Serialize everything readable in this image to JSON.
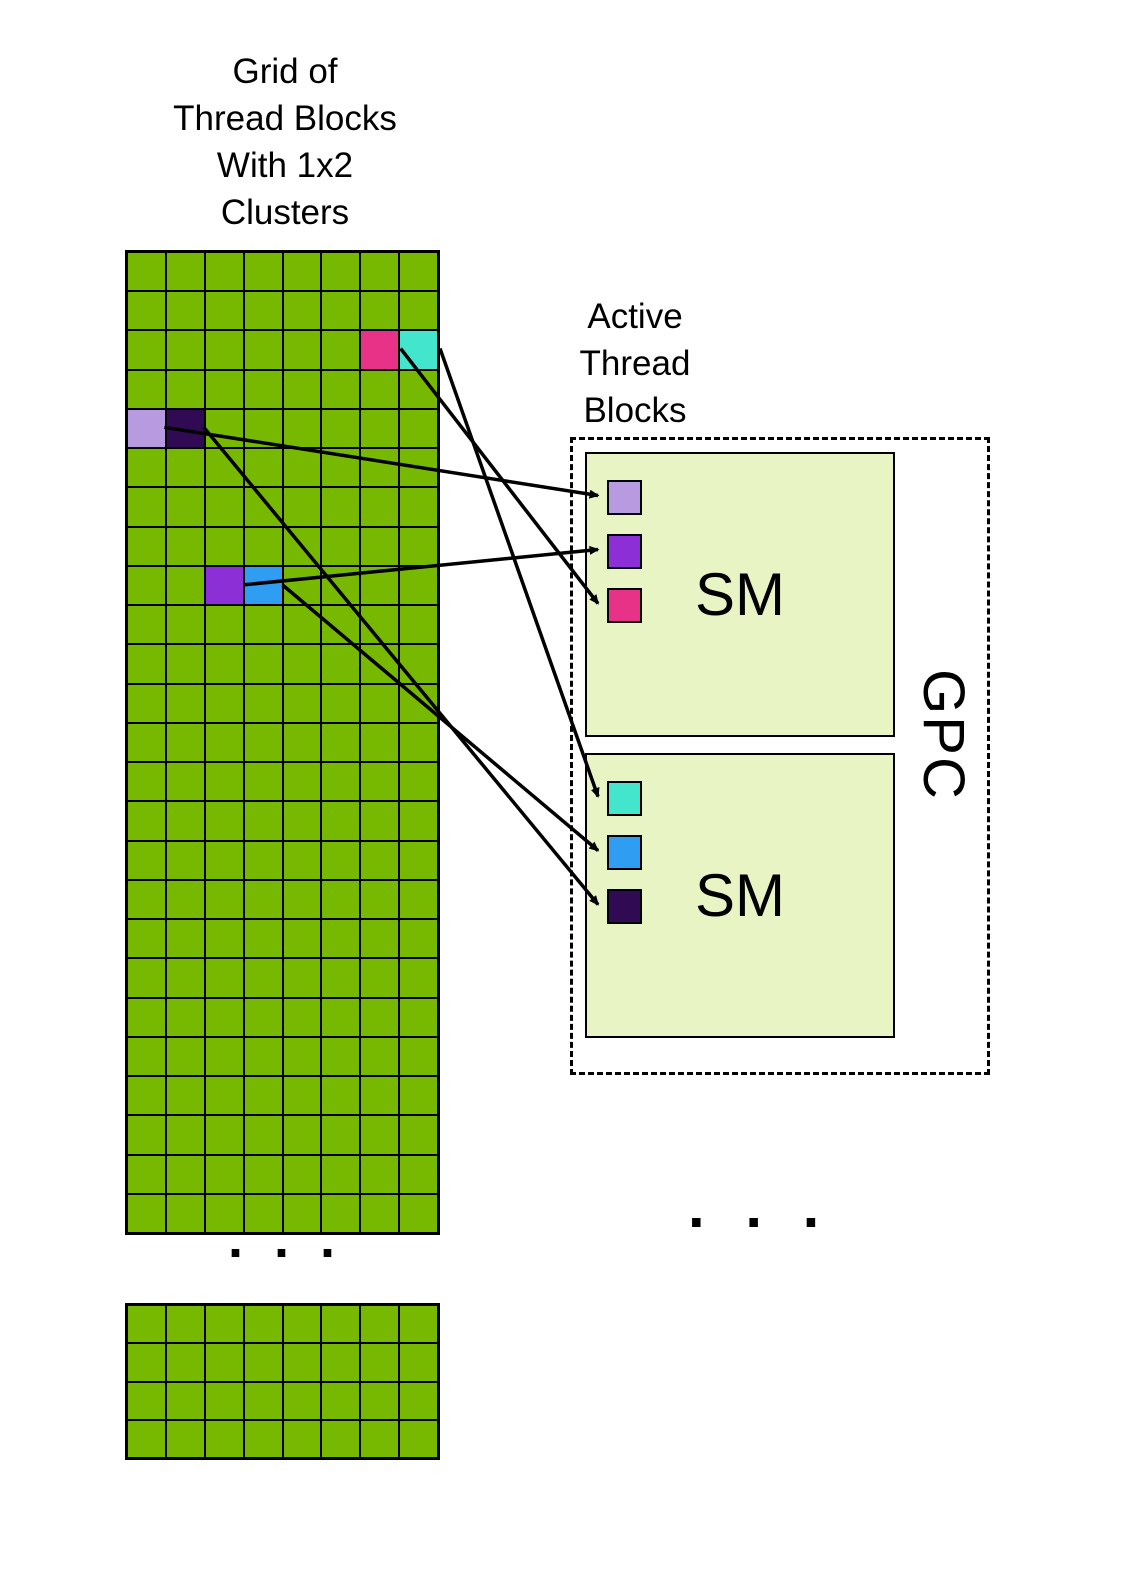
{
  "title": "Grid of\nThread Blocks\nWith 1x2\nClusters",
  "active_label": "Active\nThread\nBlocks",
  "gpc_label": "GPC",
  "grid_ellipsis": ". . .",
  "gpc_ellipsis": ". . .",
  "colors": {
    "grid_green": "#76b900",
    "sm_fill": "#e8f4c3",
    "line": "#000000",
    "lavender": "#b79ae0",
    "dark_purple": "#300a52",
    "magenta": "#e73287",
    "cyan": "#44e5cd",
    "purple": "#8c2fd6",
    "blue": "#2e9df2"
  },
  "main_grid": {
    "columns": 8,
    "rows": 25,
    "colored_cells": [
      {
        "row": 2,
        "col": 6,
        "color": "magenta"
      },
      {
        "row": 2,
        "col": 7,
        "color": "cyan"
      },
      {
        "row": 4,
        "col": 0,
        "color": "lavender"
      },
      {
        "row": 4,
        "col": 1,
        "color": "dark_purple"
      },
      {
        "row": 8,
        "col": 2,
        "color": "purple"
      },
      {
        "row": 8,
        "col": 3,
        "color": "blue"
      }
    ]
  },
  "bottom_grid": {
    "columns": 8,
    "rows": 4,
    "colored_cells": []
  },
  "sm_units": [
    {
      "label": "SM",
      "slots": [
        "lavender",
        "purple",
        "magenta"
      ]
    },
    {
      "label": "SM",
      "slots": [
        "cyan",
        "blue",
        "dark_purple"
      ]
    }
  ],
  "mappings": [
    {
      "from_cell": [
        4,
        0
      ],
      "to": [
        0,
        0
      ]
    },
    {
      "from_cell": [
        8,
        2
      ],
      "to": [
        0,
        1
      ]
    },
    {
      "from_cell": [
        2,
        6
      ],
      "to": [
        0,
        2
      ]
    },
    {
      "from_cell": [
        2,
        7
      ],
      "to": [
        1,
        0
      ]
    },
    {
      "from_cell": [
        8,
        3
      ],
      "to": [
        1,
        1
      ]
    },
    {
      "from_cell": [
        4,
        1
      ],
      "to": [
        1,
        2
      ]
    }
  ]
}
